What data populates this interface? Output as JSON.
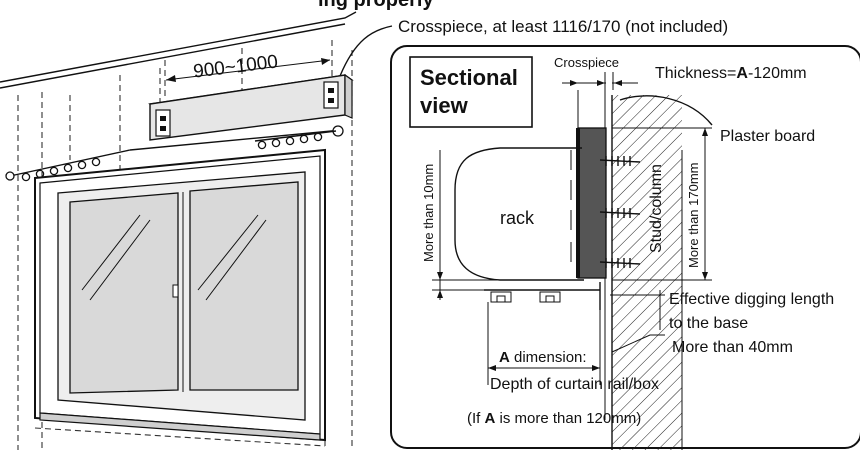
{
  "header": {
    "title_fragment": "ing properly"
  },
  "left_figure": {
    "span_label": "900~1000",
    "crosspiece_note": "Crosspiece, at least 1116/170 (not included)"
  },
  "section": {
    "title_line1": "Sectional",
    "title_line2": "view",
    "crosspiece_label": "Crosspiece",
    "thickness_prefix": "Thickness=",
    "thickness_bold": "A",
    "thickness_suffix": "-120mm",
    "plaster_label": "Plaster board",
    "rack_label": "rack",
    "stud_label": "Stud/column",
    "more_than_10": "More than 10mm",
    "more_than_170": "More than 170mm",
    "effective_line1": "Effective digging length",
    "effective_line2": "to the base",
    "more_than_40": "More than 40mm",
    "a_bold": "A",
    "a_dim_suffix": " dimension:",
    "depth_label": "Depth of curtain rail/box",
    "cond_prefix": "(If ",
    "cond_bold": "A",
    "cond_suffix": " is more than 120mm)"
  },
  "colors": {
    "line": "#111111",
    "bracket_fill": "#e6e6e6",
    "board_fill": "#555555",
    "glass_fill": "#d9d9d9",
    "wall_fill": "#e9e9e9"
  }
}
